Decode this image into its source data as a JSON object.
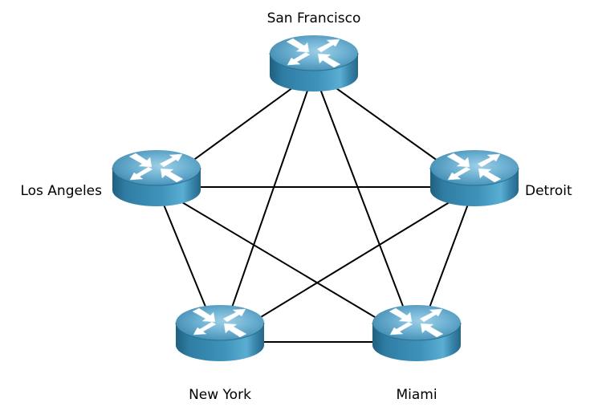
{
  "diagram": {
    "type": "full-mesh-router-topology",
    "colors": {
      "router_top_light": "#8fc6df",
      "router_top_dark": "#3d89ad",
      "router_side_light": "#5aa9cc",
      "router_side_dark": "#1f5f80",
      "link": "#000000",
      "arrow": "#ffffff"
    },
    "nodes": [
      {
        "id": "sf",
        "label": "San Francisco",
        "icon": "router-icon"
      },
      {
        "id": "la",
        "label": "Los Angeles",
        "icon": "router-icon"
      },
      {
        "id": "detroit",
        "label": "Detroit",
        "icon": "router-icon"
      },
      {
        "id": "ny",
        "label": "New York",
        "icon": "router-icon"
      },
      {
        "id": "miami",
        "label": "Miami",
        "icon": "router-icon"
      }
    ],
    "links": [
      {
        "from": "sf",
        "to": "la"
      },
      {
        "from": "sf",
        "to": "detroit"
      },
      {
        "from": "sf",
        "to": "ny"
      },
      {
        "from": "sf",
        "to": "miami"
      },
      {
        "from": "la",
        "to": "detroit"
      },
      {
        "from": "la",
        "to": "ny"
      },
      {
        "from": "la",
        "to": "miami"
      },
      {
        "from": "detroit",
        "to": "ny"
      },
      {
        "from": "detroit",
        "to": "miami"
      },
      {
        "from": "ny",
        "to": "miami"
      }
    ]
  }
}
